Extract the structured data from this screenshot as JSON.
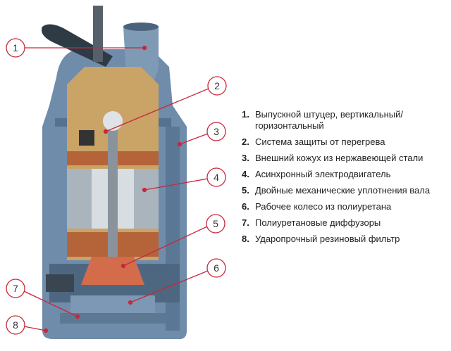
{
  "callouts": [
    "1",
    "2",
    "3",
    "4",
    "5",
    "6",
    "7",
    "8"
  ],
  "legend": [
    {
      "num": "1.",
      "text": "Выпускной штуцер, вертикальный/ горизонтальный"
    },
    {
      "num": "2.",
      "text": "Система защиты от перегрева"
    },
    {
      "num": "3.",
      "text": "Внешний кожух из нержавеющей стали"
    },
    {
      "num": "4.",
      "text": "Асинхронный электродвигатель"
    },
    {
      "num": "5.",
      "text": "Двойные механические уплотнения вала"
    },
    {
      "num": "6.",
      "text": "Рабочее колесо из полиуретана"
    },
    {
      "num": "7.",
      "text": "Полиуретановые диффузоры"
    },
    {
      "num": "8.",
      "text": "Ударопрочный резиновый фильтр"
    }
  ],
  "colors": {
    "callout": "#c8283a",
    "housing": "#6f8cab",
    "interior": "#c9a466",
    "copper": "#b5643a"
  }
}
